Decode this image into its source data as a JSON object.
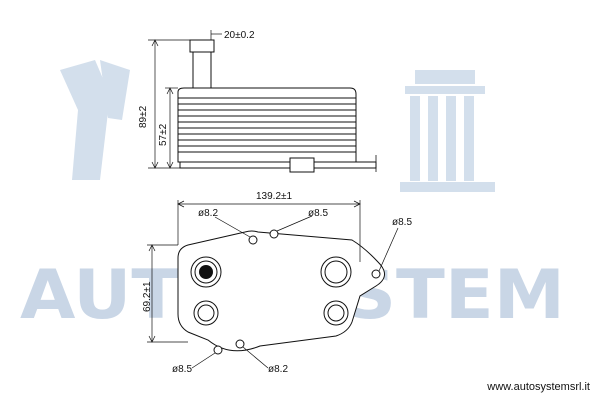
{
  "watermark": {
    "brand": "AUTOSYSTEM"
  },
  "dimensions": {
    "pipe_width": "20±0.2",
    "total_height": "89±2",
    "body_height": "57±2",
    "length": "139.2±1",
    "width": "69.2±1",
    "hole_top_left": "ø8.2",
    "hole_top_right": "ø8.5",
    "hole_flange_right": "ø8.5",
    "hole_bottom_left": "ø8.5",
    "hole_bottom_right": "ø8.2"
  },
  "website": "www.autosystemsrl.it",
  "colors": {
    "watermark": "#c9d6e6",
    "line": "#111111"
  }
}
